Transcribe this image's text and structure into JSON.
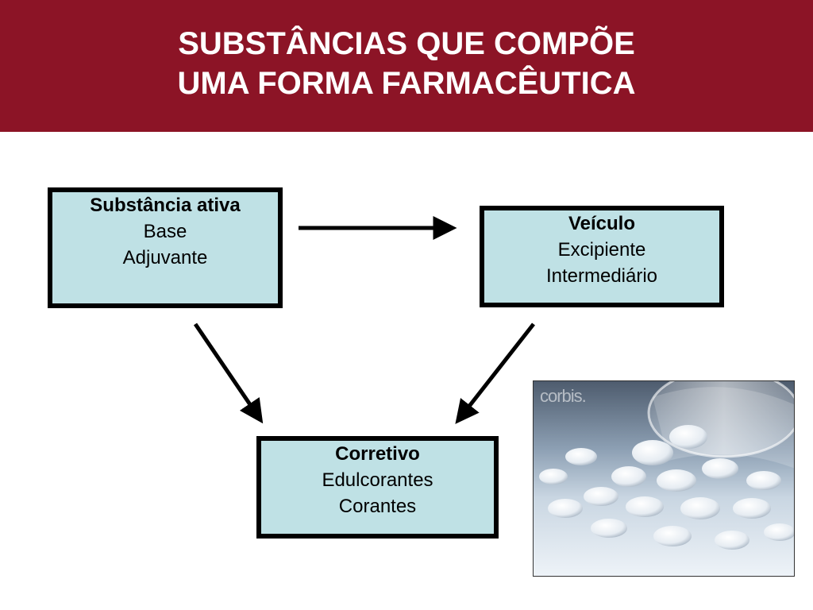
{
  "header": {
    "title_line1": "SUBSTÂNCIAS QUE COMPÕE",
    "title_line2": "UMA FORMA FARMACÊUTICA",
    "background_color": "#8c1426"
  },
  "boxes": {
    "active": {
      "head": "Substância ativa",
      "line1": "Base",
      "line2": "Adjuvante"
    },
    "vehicle": {
      "head": "Veículo",
      "line1": "Excipiente",
      "line2": "Intermediário"
    },
    "corrective": {
      "head": "Corretivo",
      "line1": "Edulcorantes",
      "line2": "Corantes"
    },
    "fill_color": "#bfe1e5"
  },
  "photo": {
    "watermark": "corbis."
  }
}
